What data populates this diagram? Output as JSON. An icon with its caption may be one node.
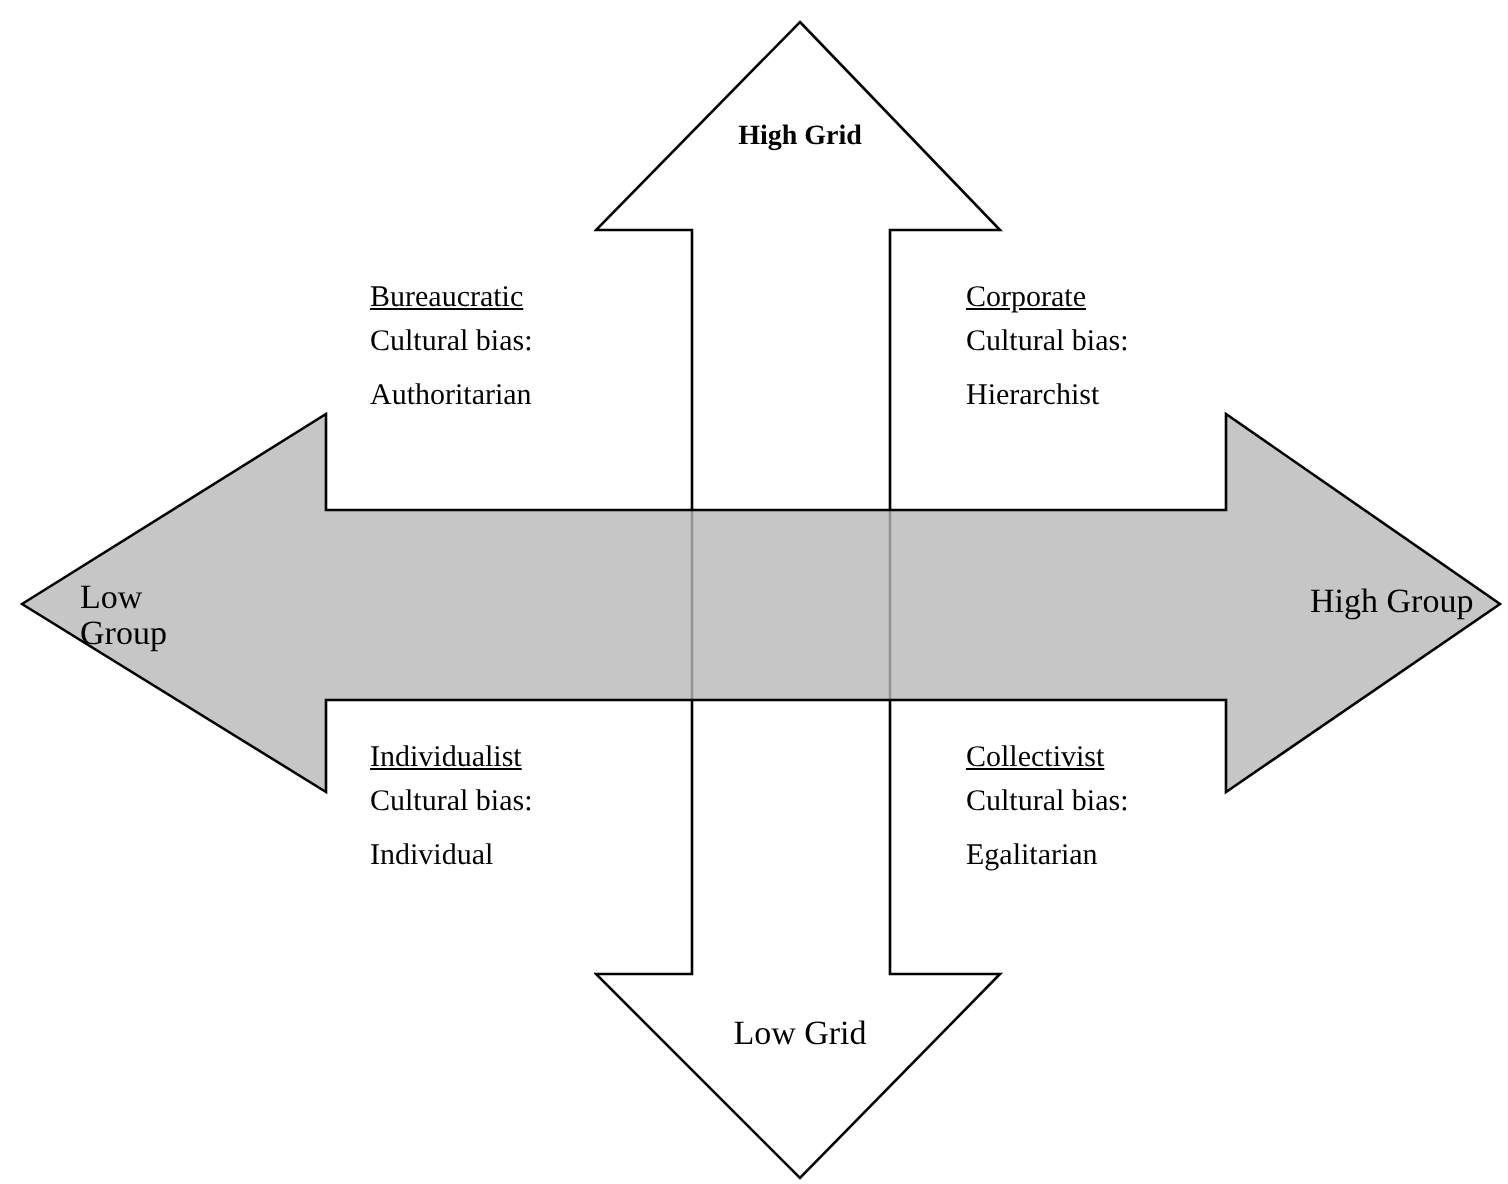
{
  "diagram": {
    "nodes": [
      {
        "text": [
          "High Grid",
          "Low Grid"
        ]
      },
      {
        "text": [
          "Low Group",
          "High Group"
        ]
      }
    ],
    "labels": [
      "Bureaucratic",
      "Cultural bias: Authoritarian",
      "Corporate",
      "Cultural bias: Hierarchist",
      "Individualist",
      "Cultural bias: Individual",
      "Collectivist",
      "Cultural bias: Egalitarian"
    ]
  }
}
